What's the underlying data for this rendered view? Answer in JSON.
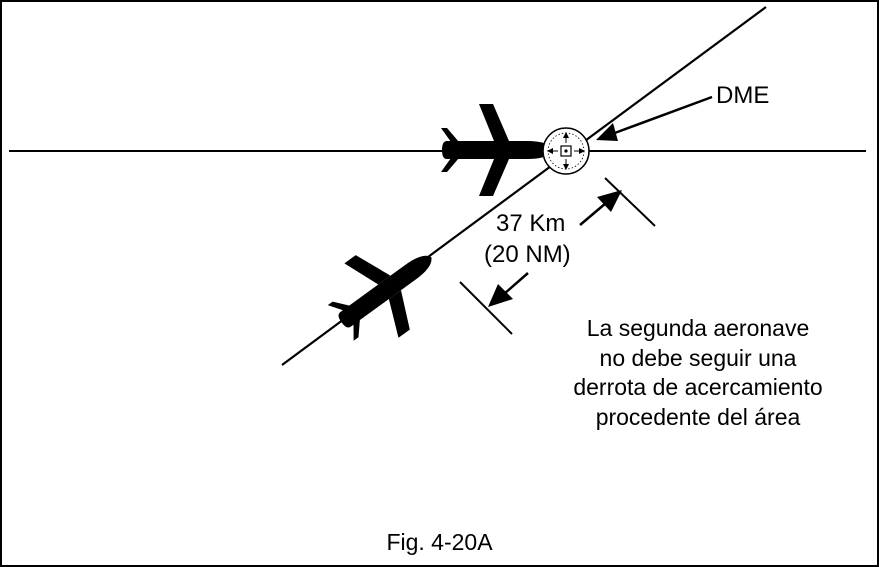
{
  "diagram": {
    "beacon_label": "DME",
    "distance_km": "37 Km",
    "distance_nm": "(20 NM)",
    "note_lines": [
      "La segunda aeronave",
      "no debe seguir una",
      "derrota de acercamiento",
      "procedente del área"
    ],
    "caption": "Fig. 4-20A"
  },
  "icons": {
    "aircraft": "aircraft-silhouette-icon",
    "beacon": "dme-compass-rose-icon"
  },
  "colors": {
    "line": "#000000",
    "background": "#ffffff"
  }
}
